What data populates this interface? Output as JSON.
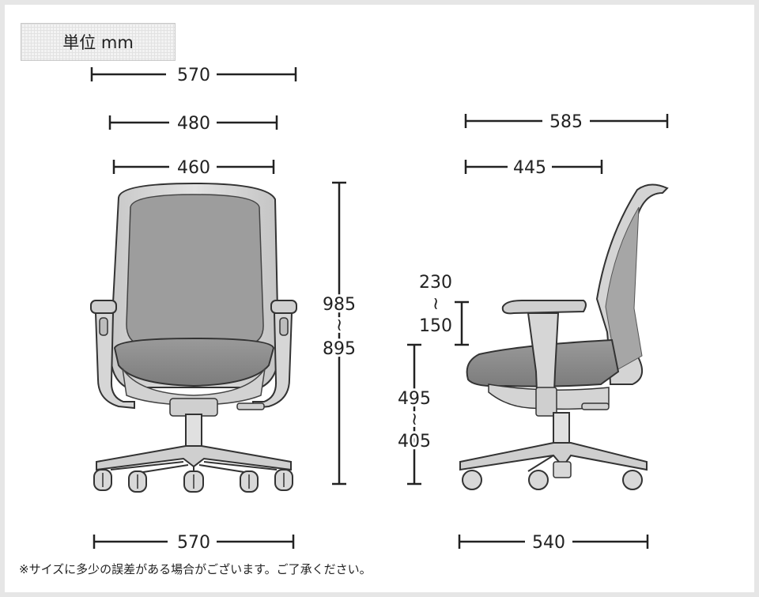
{
  "unit_label": "単位 mm",
  "footnote": "※サイズに多少の誤差がある場合がございます。ご了承ください。",
  "front": {
    "top_width": "570",
    "arm_width": "480",
    "seat_width": "460",
    "height_max": "985",
    "height_min": "895",
    "base_width": "570"
  },
  "side": {
    "depth": "585",
    "seat_depth": "445",
    "arm_height_max": "230",
    "arm_height_min": "150",
    "seat_height_max": "495",
    "seat_height_min": "405",
    "base_depth": "540"
  },
  "range_separator": "~"
}
